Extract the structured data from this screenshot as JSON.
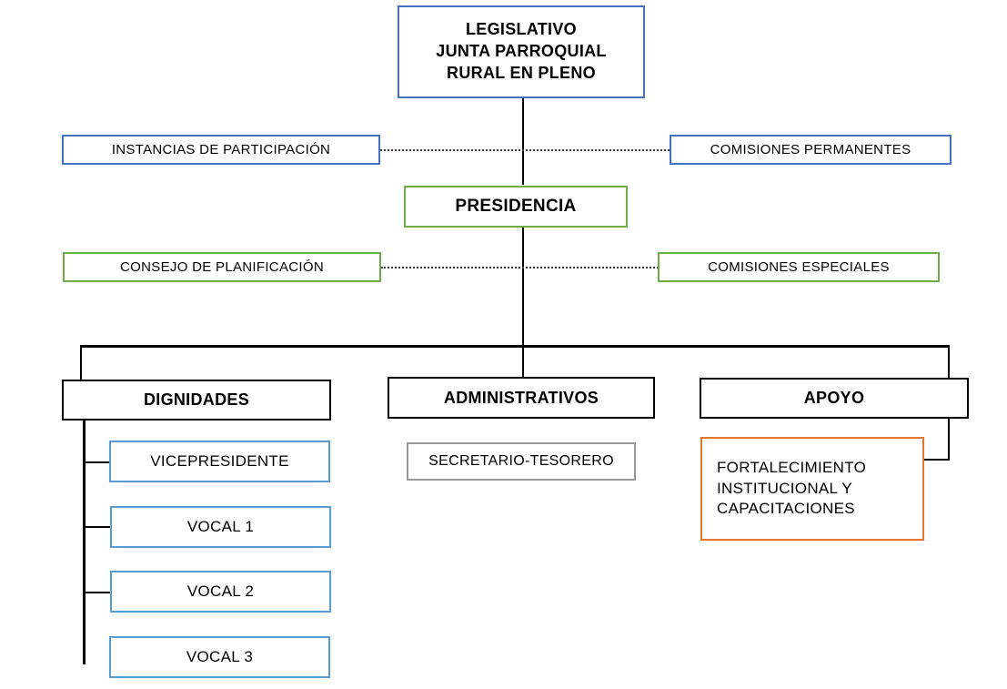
{
  "chart": {
    "type": "org-chart",
    "title_text": "",
    "language": "es",
    "colors": {
      "blue": "#4472C4",
      "light_blue": "#5B9BD5",
      "green": "#70AD47",
      "black": "#000000",
      "gray": "#989898",
      "orange": "#E8762C",
      "background": "#FFFFFF",
      "text": "#000000"
    }
  },
  "nodes": {
    "legislativo": {
      "line1": "LEGISLATIVO",
      "line2": "JUNTA PARROQUIAL",
      "line3": "RURAL EN PLENO",
      "border_color": "#4472C4",
      "level": "1"
    },
    "instancias_participacion": {
      "label": "INSTANCIAS DE PARTICIPACIÓN",
      "border_color": "#4472C4",
      "level": "2"
    },
    "comisiones_permanentes": {
      "label": "COMISIONES  PERMANENTES",
      "border_color": "#4472C4",
      "level": "2"
    },
    "presidencia": {
      "label": "PRESIDENCIA",
      "border_color": "#70AD47",
      "level": "2"
    },
    "consejo_planificacion": {
      "label": "CONSEJO DE PLANIFICACIÓN",
      "border_color": "#70AD47",
      "level": "3"
    },
    "comisiones_especiales": {
      "label": "COMISIONES  ESPECIALES",
      "border_color": "#70AD47",
      "level": "3"
    },
    "dignidades": {
      "label": "DIGNIDADES",
      "border_color": "#000000",
      "level": "4"
    },
    "administrativos": {
      "label": "ADMINISTRATIVOS",
      "border_color": "#000000",
      "level": "4"
    },
    "apoyo": {
      "label": "APOYO",
      "border_color": "#000000",
      "level": "4"
    },
    "vicepresidente": {
      "label": "VICEPRESIDENTE",
      "border_color": "#5B9BD5",
      "level": "5"
    },
    "vocal_1": {
      "label": "VOCAL 1",
      "border_color": "#5B9BD5",
      "level": "5"
    },
    "vocal_2": {
      "label": "VOCAL 2",
      "border_color": "#5B9BD5",
      "level": "5"
    },
    "vocal_3": {
      "label": "VOCAL 3",
      "border_color": "#5B9BD5",
      "level": "5"
    },
    "secretario_tesorero": {
      "label": "SECRETARIO-TESORERO",
      "border_color": "#989898",
      "level": "5"
    },
    "fortalecimiento": {
      "line1": "FORTALECIMIENTO",
      "line2": "INSTITUCIONAL   Y",
      "line3": "CAPACITACIONES",
      "border_color": "#E8762C",
      "level": "5"
    }
  }
}
